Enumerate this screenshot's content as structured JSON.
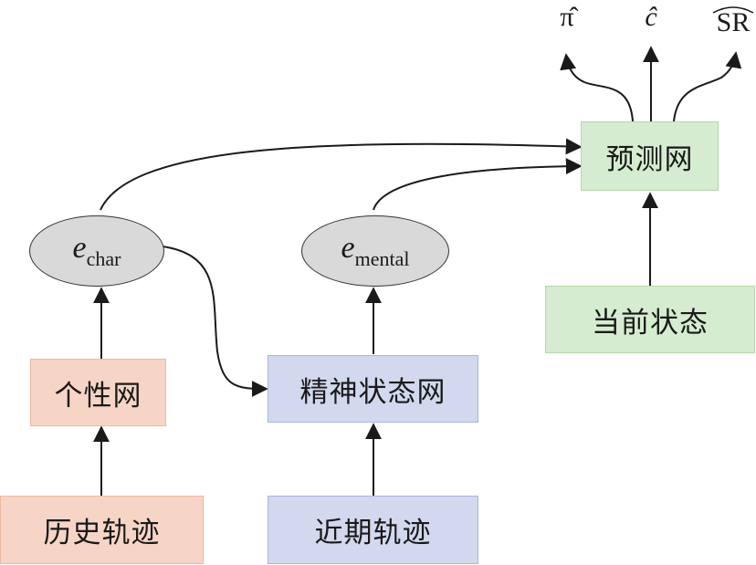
{
  "nodes": {
    "history": "历史轨迹",
    "recent": "近期轨迹",
    "personality_net": "个性网",
    "mental_net": "精神状态网",
    "current_state": "当前状态",
    "prediction_net": "预测网",
    "e_char": {
      "base": "e",
      "sub": "char"
    },
    "e_mental": {
      "base": "e",
      "sub": "mental"
    }
  },
  "outputs": {
    "pi": "π̂",
    "c": "ĉ",
    "sr": "SR"
  },
  "colors": {
    "orange_fill": "#f7d5c6",
    "blue_fill": "#d2d9ee",
    "green_fill": "#d6ecd0",
    "ellipse_fill": "#d9d9d9",
    "arrow": "#1a1a1a"
  }
}
